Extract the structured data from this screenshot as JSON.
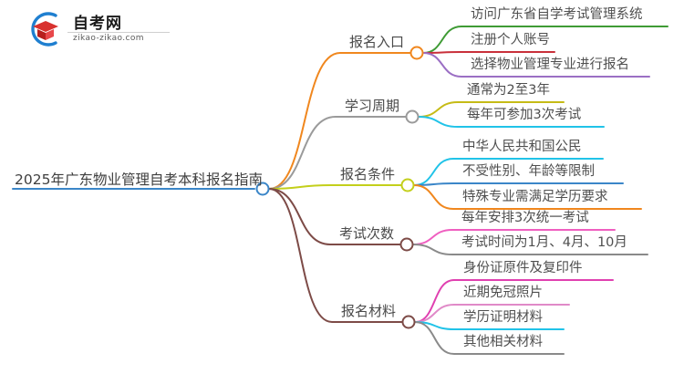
{
  "logo": {
    "name_cn": "自考网",
    "url": "zikao-zikao.com",
    "mark_icon": "graduation-book-icon",
    "arc_color": "#1f7fd0",
    "book_color": "#d8312e"
  },
  "root": {
    "label": "2025年广东物业管理自考本科报名指南",
    "node_color": "#3b86c8",
    "line_color": "#3b86c8"
  },
  "branches": [
    {
      "label": "报名入口",
      "node_color": "#f0871e",
      "line_color": "#f0871e",
      "children": [
        {
          "label": "访问广东省自学考试管理系统",
          "line_color": "#3f9b35"
        },
        {
          "label": "注册个人账号",
          "line_color": "#c9303a"
        },
        {
          "label": "选择物业管理专业进行报名",
          "line_color": "#9b6fc4"
        }
      ]
    },
    {
      "label": "学习周期",
      "node_color": "#9a9a9a",
      "line_color": "#9a9a9a",
      "children": [
        {
          "label": "通常为2至3年",
          "line_color": "#c6bb16"
        },
        {
          "label": "每年可参加3次考试",
          "line_color": "#21c3e8"
        }
      ]
    },
    {
      "label": "报名条件",
      "node_color": "#c3cf1b",
      "line_color": "#c3cf1b",
      "children": [
        {
          "label": "中华人民共和国公民",
          "line_color": "#21c3e8"
        },
        {
          "label": "不受性别、年龄等限制",
          "line_color": "#3b86c8"
        },
        {
          "label": "特殊专业需满足学历要求",
          "line_color": "#f0871e"
        }
      ]
    },
    {
      "label": "考试次数",
      "node_color": "#7d4b47",
      "line_color": "#7d4b47",
      "children": [
        {
          "label": "每年安排3次统一考试",
          "line_color": "#ef5fc0"
        },
        {
          "label": "考试时间为1月、4月、10月",
          "line_color": "#8a8a8a"
        }
      ]
    },
    {
      "label": "报名材料",
      "node_color": "#7d4b47",
      "line_color": "#7d4b47",
      "children": [
        {
          "label": "身份证原件及复印件",
          "line_color": "#e040b0"
        },
        {
          "label": "近期免冠照片",
          "line_color": "#e08ac8"
        },
        {
          "label": "学历证明材料",
          "line_color": "#21c3e8"
        },
        {
          "label": "其他相关材料",
          "line_color": "#8a8a8a"
        }
      ]
    }
  ]
}
